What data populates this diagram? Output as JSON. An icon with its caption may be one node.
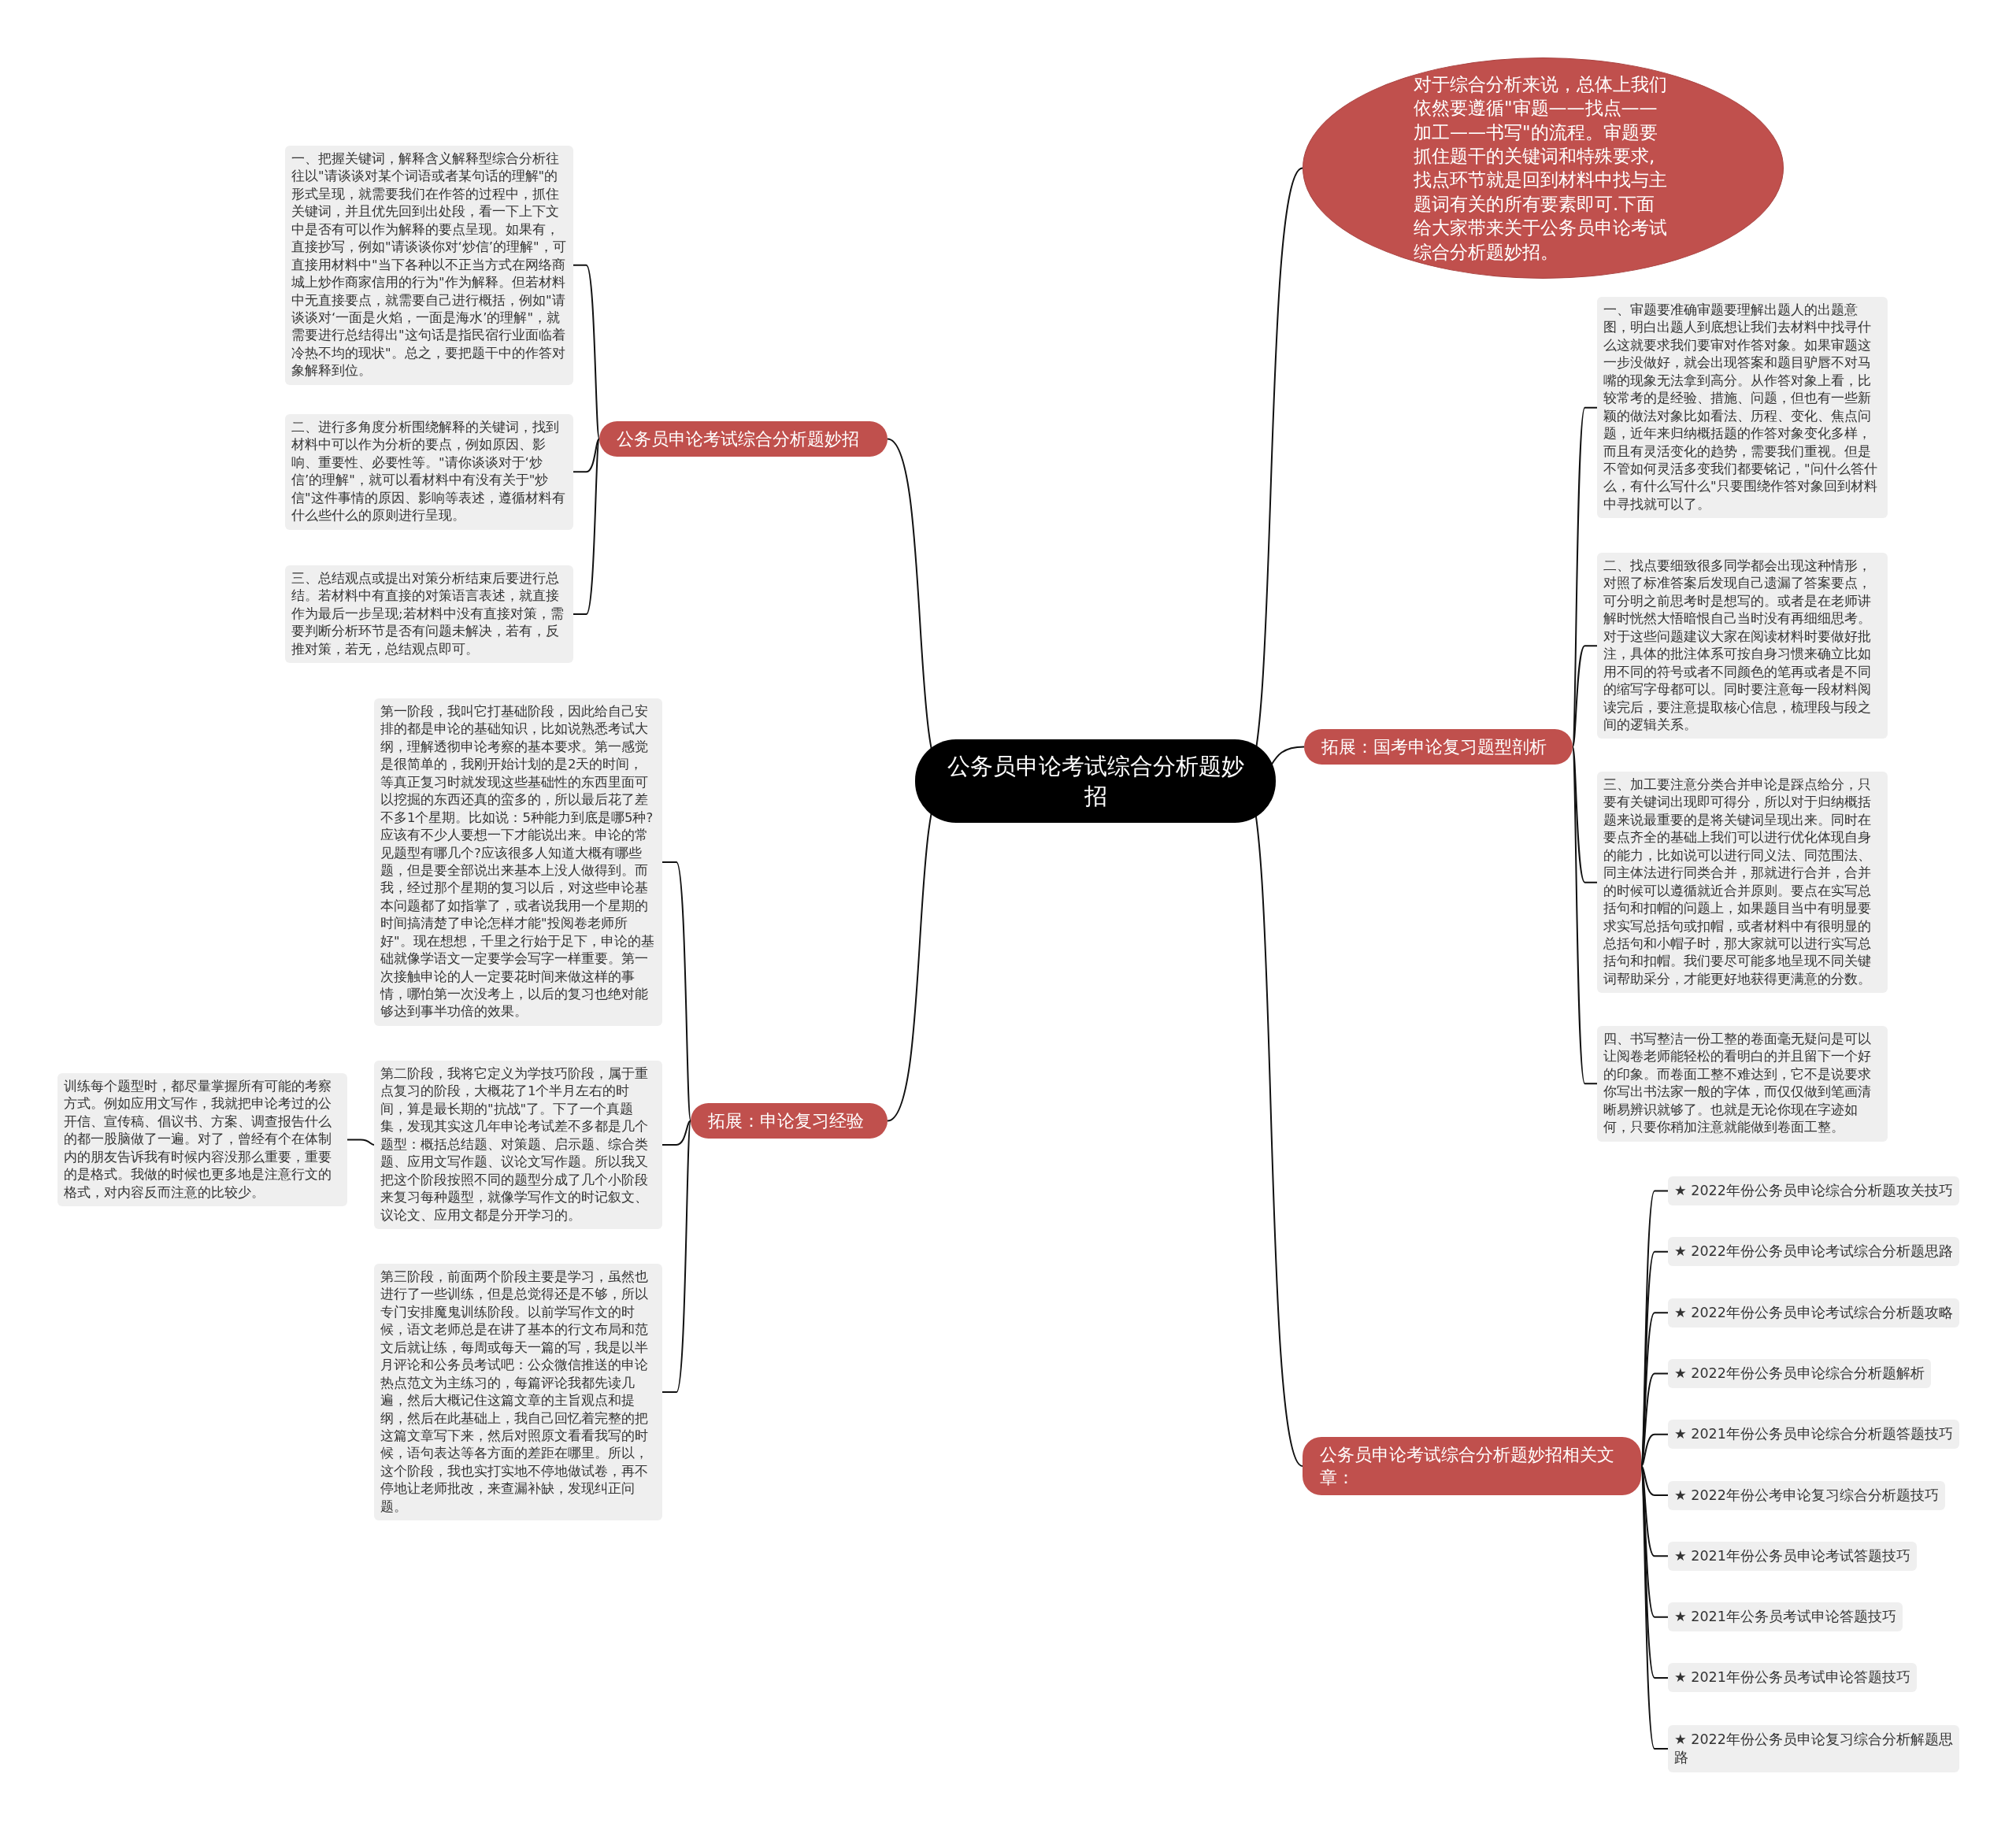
{
  "diagram": {
    "nodes": [
      {
        "text": [
          "公务员申论考试综合分析题妙招"
        ]
      },
      {
        "text": [
          "对于综合分析来说，总体上我们依然要遵循\"审题——找点——加工——书写\"的流程。审题要抓住题干的关键词和特殊要求,找点环节就是回到材料中找与主题词有关的所有要素即可.下面给大家带来关于公务员申论考试综合分析题妙招。"
        ]
      },
      {
        "text": [
          "公务员申论考试综合分析题妙招"
        ]
      },
      {
        "text": [
          "一、把握关键词，解释含义解释型综合分析往往以\"请谈谈对某个词语或者某句话的理解\"的形式呈现，就需要我们在作答的过程中，抓住关键词，并且优先回到出处段，看一下上下文中是否有可以作为解释的要点呈现。如果有，直接抄写，例如\"请谈谈你对‘炒信’的理解\"，可直接用材料中\"当下各种以不正当方式在网络商城上炒作商家信用的行为\"作为解释。但若材料中无直接要点，就需要自己进行概括，例如\"请谈谈对‘一面是火焰，一面是海水’的理解\"，就需要进行总结得出\"这句话是指民宿行业面临着冷热不均的现状\"。总之，要把题干中的作答对象解释到位。"
        ]
      },
      {
        "text": [
          "二、进行多角度分析围绕解释的关键词，找到材料中可以作为分析的要点，例如原因、影响、重要性、必要性等。\"请你谈谈对于‘炒信’的理解\"，就可以看材料中有没有关于\"炒信\"这件事情的原因、影响等表述，遵循材料有什么些什么的原则进行呈现。"
        ]
      },
      {
        "text": [
          "三、总结观点或提出对策分析结束后要进行总结。若材料中有直接的对策语言表述，就直接作为最后一步呈现;若材料中没有直接对策，需要判断分析环节是否有问题未解决，若有，反推对策，若无，总结观点即可。"
        ]
      },
      {
        "text": [
          "拓展：国考申论复习题型剖析"
        ]
      },
      {
        "text": [
          "一、审题要准确审题要理解出题人的出题意图，明白出题人到底想让我们去材料中找寻什么这就要求我们要审对作答对象。如果审题这一步没做好，就会出现答案和题目驴唇不对马嘴的现象无法拿到高分。从作答对象上看，比较常考的是经验、措施、问题，但也有一些新颖的做法对象比如看法、历程、变化、焦点问题，近年来归纳概括题的作答对象变化多样，而且有灵活变化的趋势，需要我们重视。但是不管如何灵活多变我们都要铭记，\"问什么答什么，有什么写什么\"只要围绕作答对象回到材料中寻找就可以了。"
        ]
      },
      {
        "text": [
          "二、找点要细致很多同学都会出现这种情形，对照了标准答案后发现自己遗漏了答案要点，可分明之前思考时是想写的。或者是在老师讲解时恍然大悟暗恨自己当时没有再细细思考。对于这些问题建议大家在阅读材料时要做好批注，具体的批注体系可按自身习惯来确立比如用不同的符号或者不同颜色的笔再或者是不同的缩写字母都可以。同时要注意每一段材料阅读完后，要注意提取核心信息，梳理段与段之间的逻辑关系。"
        ]
      },
      {
        "text": [
          "三、加工要注意分类合并申论是踩点给分，只要有关键词出现即可得分，所以对于归纳概括题来说最重要的是将关键词呈现出来。同时在要点齐全的基础上我们可以进行优化体现自身的能力，比如说可以进行同义法、同范围法、同主体法进行同类合并，那就进行合并，合并的时候可以遵循就近合并原则。要点在实写总括句和扣帽的问题上，如果题目当中有明显要求实写总括句或扣帽，或者材料中有很明显的总括句和小帽子时，那大家就可以进行实写总括句和扣帽。我们要尽可能多地呈现不同关键词帮助采分，才能更好地获得更满意的分数。"
        ]
      },
      {
        "text": [
          "四、书写整洁一份工整的卷面毫无疑问是可以让阅卷老师能轻松的看明白的并且留下一个好的印象。而卷面工整不难达到，它不是说要求你写出书法家一般的字体，而仅仅做到笔画清晰易辨识就够了。也就是无论你现在字迹如何，只要你稍加注意就能做到卷面工整。"
        ]
      },
      {
        "text": [
          "拓展：申论复习经验"
        ]
      },
      {
        "text": [
          "第一阶段，我叫它打基础阶段，因此给自己安排的都是申论的基础知识，比如说熟悉考试大纲，理解透彻申论考察的基本要求。第一感觉是很简单的，我刚开始计划的是2天的时间，等真正复习时就发现这些基础性的东西里面可以挖掘的东西还真的蛮多的，所以最后花了差不多1个星期。比如说：5种能力到底是哪5种?应该有不少人要想一下才能说出来。申论的常见题型有哪几个?应该很多人知道大概有哪些题，但是要全部说出来基本上没人做得到。而我，经过那个星期的复习以后，对这些申论基本问题都了如指掌了，或者说我用一个星期的时间搞清楚了申论怎样才能\"投阅卷老师所好\"。现在想想，千里之行始于足下，申论的基础就像学语文一定要学会写字一样重要。第一次接触申论的人一定要花时间来做这样的事情，哪怕第一次没考上，以后的复习也绝对能够达到事半功倍的效果。"
        ]
      },
      {
        "text": [
          "第二阶段，我将它定义为学技巧阶段，属于重点复习的阶段，大概花了1个半月左右的时间，算是最长期的\"抗战\"了。下了一个真题集，发现其实这几年申论考试差不多都是几个题型：概括总结题、对策题、启示题、综合类题、应用文写作题、议论文写作题。所以我又把这个阶段按照不同的题型分成了几个小阶段来复习每种题型，就像学写作文的时记叙文、议论文、应用文都是分开学习的。"
        ]
      },
      {
        "text": [
          "训练每个题型时，都尽量掌握所有可能的考察方式。例如应用文写作，我就把申论考过的公开信、宣传稿、倡议书、方案、调查报告什么的都一股脑做了一遍。对了，曾经有个在体制内的朋友告诉我有时候内容没那么重要，重要的是格式。我做的时候也更多地是注意行文的格式，对内容反而注意的比较少。"
        ]
      },
      {
        "text": [
          "第三阶段，前面两个阶段主要是学习，虽然也进行了一些训练，但是总觉得还是不够，所以专门安排魔鬼训练阶段。以前学写作文的时候，语文老师总是在讲了基本的行文布局和范文后就让练，每周或每天一篇的写，我是以半月评论和公务员考试吧：公众微信推送的申论热点范文为主练习的，每篇评论我都先读几遍，然后大概记住这篇文章的主旨观点和提纲，然后在此基础上，我自己回忆着完整的把这篇文章写下来，然后对照原文看看我写的时候，语句表达等各方面的差距在哪里。所以，这个阶段，我也实打实地不停地做试卷，再不停地让老师批改，来查漏补缺，发现纠正问题。"
        ]
      },
      {
        "text": [
          "公务员申论考试综合分析题妙招相关文章："
        ]
      },
      {
        "text": [
          "★ 2022年份公务员申论综合分析题攻关技巧"
        ]
      },
      {
        "text": [
          "★ 2022年份公务员申论考试综合分析题思路"
        ]
      },
      {
        "text": [
          "★ 2022年份公务员申论考试综合分析题攻略"
        ]
      },
      {
        "text": [
          "★ 2022年份公务员申论综合分析题解析"
        ]
      },
      {
        "text": [
          "★ 2021年份公务员申论综合分析题答题技巧"
        ]
      },
      {
        "text": [
          "★ 2022年份公考申论复习综合分析题技巧"
        ]
      },
      {
        "text": [
          "★ 2021年份公务员申论考试答题技巧"
        ]
      },
      {
        "text": [
          "★ 2021年公务员考试申论答题技巧"
        ]
      },
      {
        "text": [
          "★ 2021年份公务员考试申论答题技巧"
        ]
      },
      {
        "text": [
          "★ 2022年份公务员申论复习综合分析解题思路"
        ]
      }
    ],
    "edges": [
      {
        "from": 0,
        "to": 1,
        "arrow": "none"
      },
      {
        "from": 0,
        "to": 2,
        "arrow": "none"
      },
      {
        "from": 2,
        "to": 3,
        "arrow": "none"
      },
      {
        "from": 2,
        "to": 4,
        "arrow": "none"
      },
      {
        "from": 2,
        "to": 5,
        "arrow": "none"
      },
      {
        "from": 0,
        "to": 6,
        "arrow": "none"
      },
      {
        "from": 6,
        "to": 7,
        "arrow": "none"
      },
      {
        "from": 6,
        "to": 8,
        "arrow": "none"
      },
      {
        "from": 6,
        "to": 9,
        "arrow": "none"
      },
      {
        "from": 6,
        "to": 10,
        "arrow": "none"
      },
      {
        "from": 0,
        "to": 11,
        "arrow": "none"
      },
      {
        "from": 11,
        "to": 12,
        "arrow": "none"
      },
      {
        "from": 11,
        "to": 13,
        "arrow": "none"
      },
      {
        "from": 13,
        "to": 14,
        "arrow": "none"
      },
      {
        "from": 11,
        "to": 15,
        "arrow": "none"
      },
      {
        "from": 0,
        "to": 16,
        "arrow": "none"
      },
      {
        "from": 16,
        "to": 17,
        "arrow": "none"
      },
      {
        "from": 16,
        "to": 18,
        "arrow": "none"
      },
      {
        "from": 16,
        "to": 19,
        "arrow": "none"
      },
      {
        "from": 16,
        "to": 20,
        "arrow": "none"
      },
      {
        "from": 16,
        "to": 21,
        "arrow": "none"
      },
      {
        "from": 16,
        "to": 22,
        "arrow": "none"
      },
      {
        "from": 16,
        "to": 23,
        "arrow": "none"
      },
      {
        "from": 16,
        "to": 24,
        "arrow": "none"
      },
      {
        "from": 16,
        "to": 25,
        "arrow": "none"
      },
      {
        "from": 16,
        "to": 26,
        "arrow": "none"
      }
    ]
  }
}
